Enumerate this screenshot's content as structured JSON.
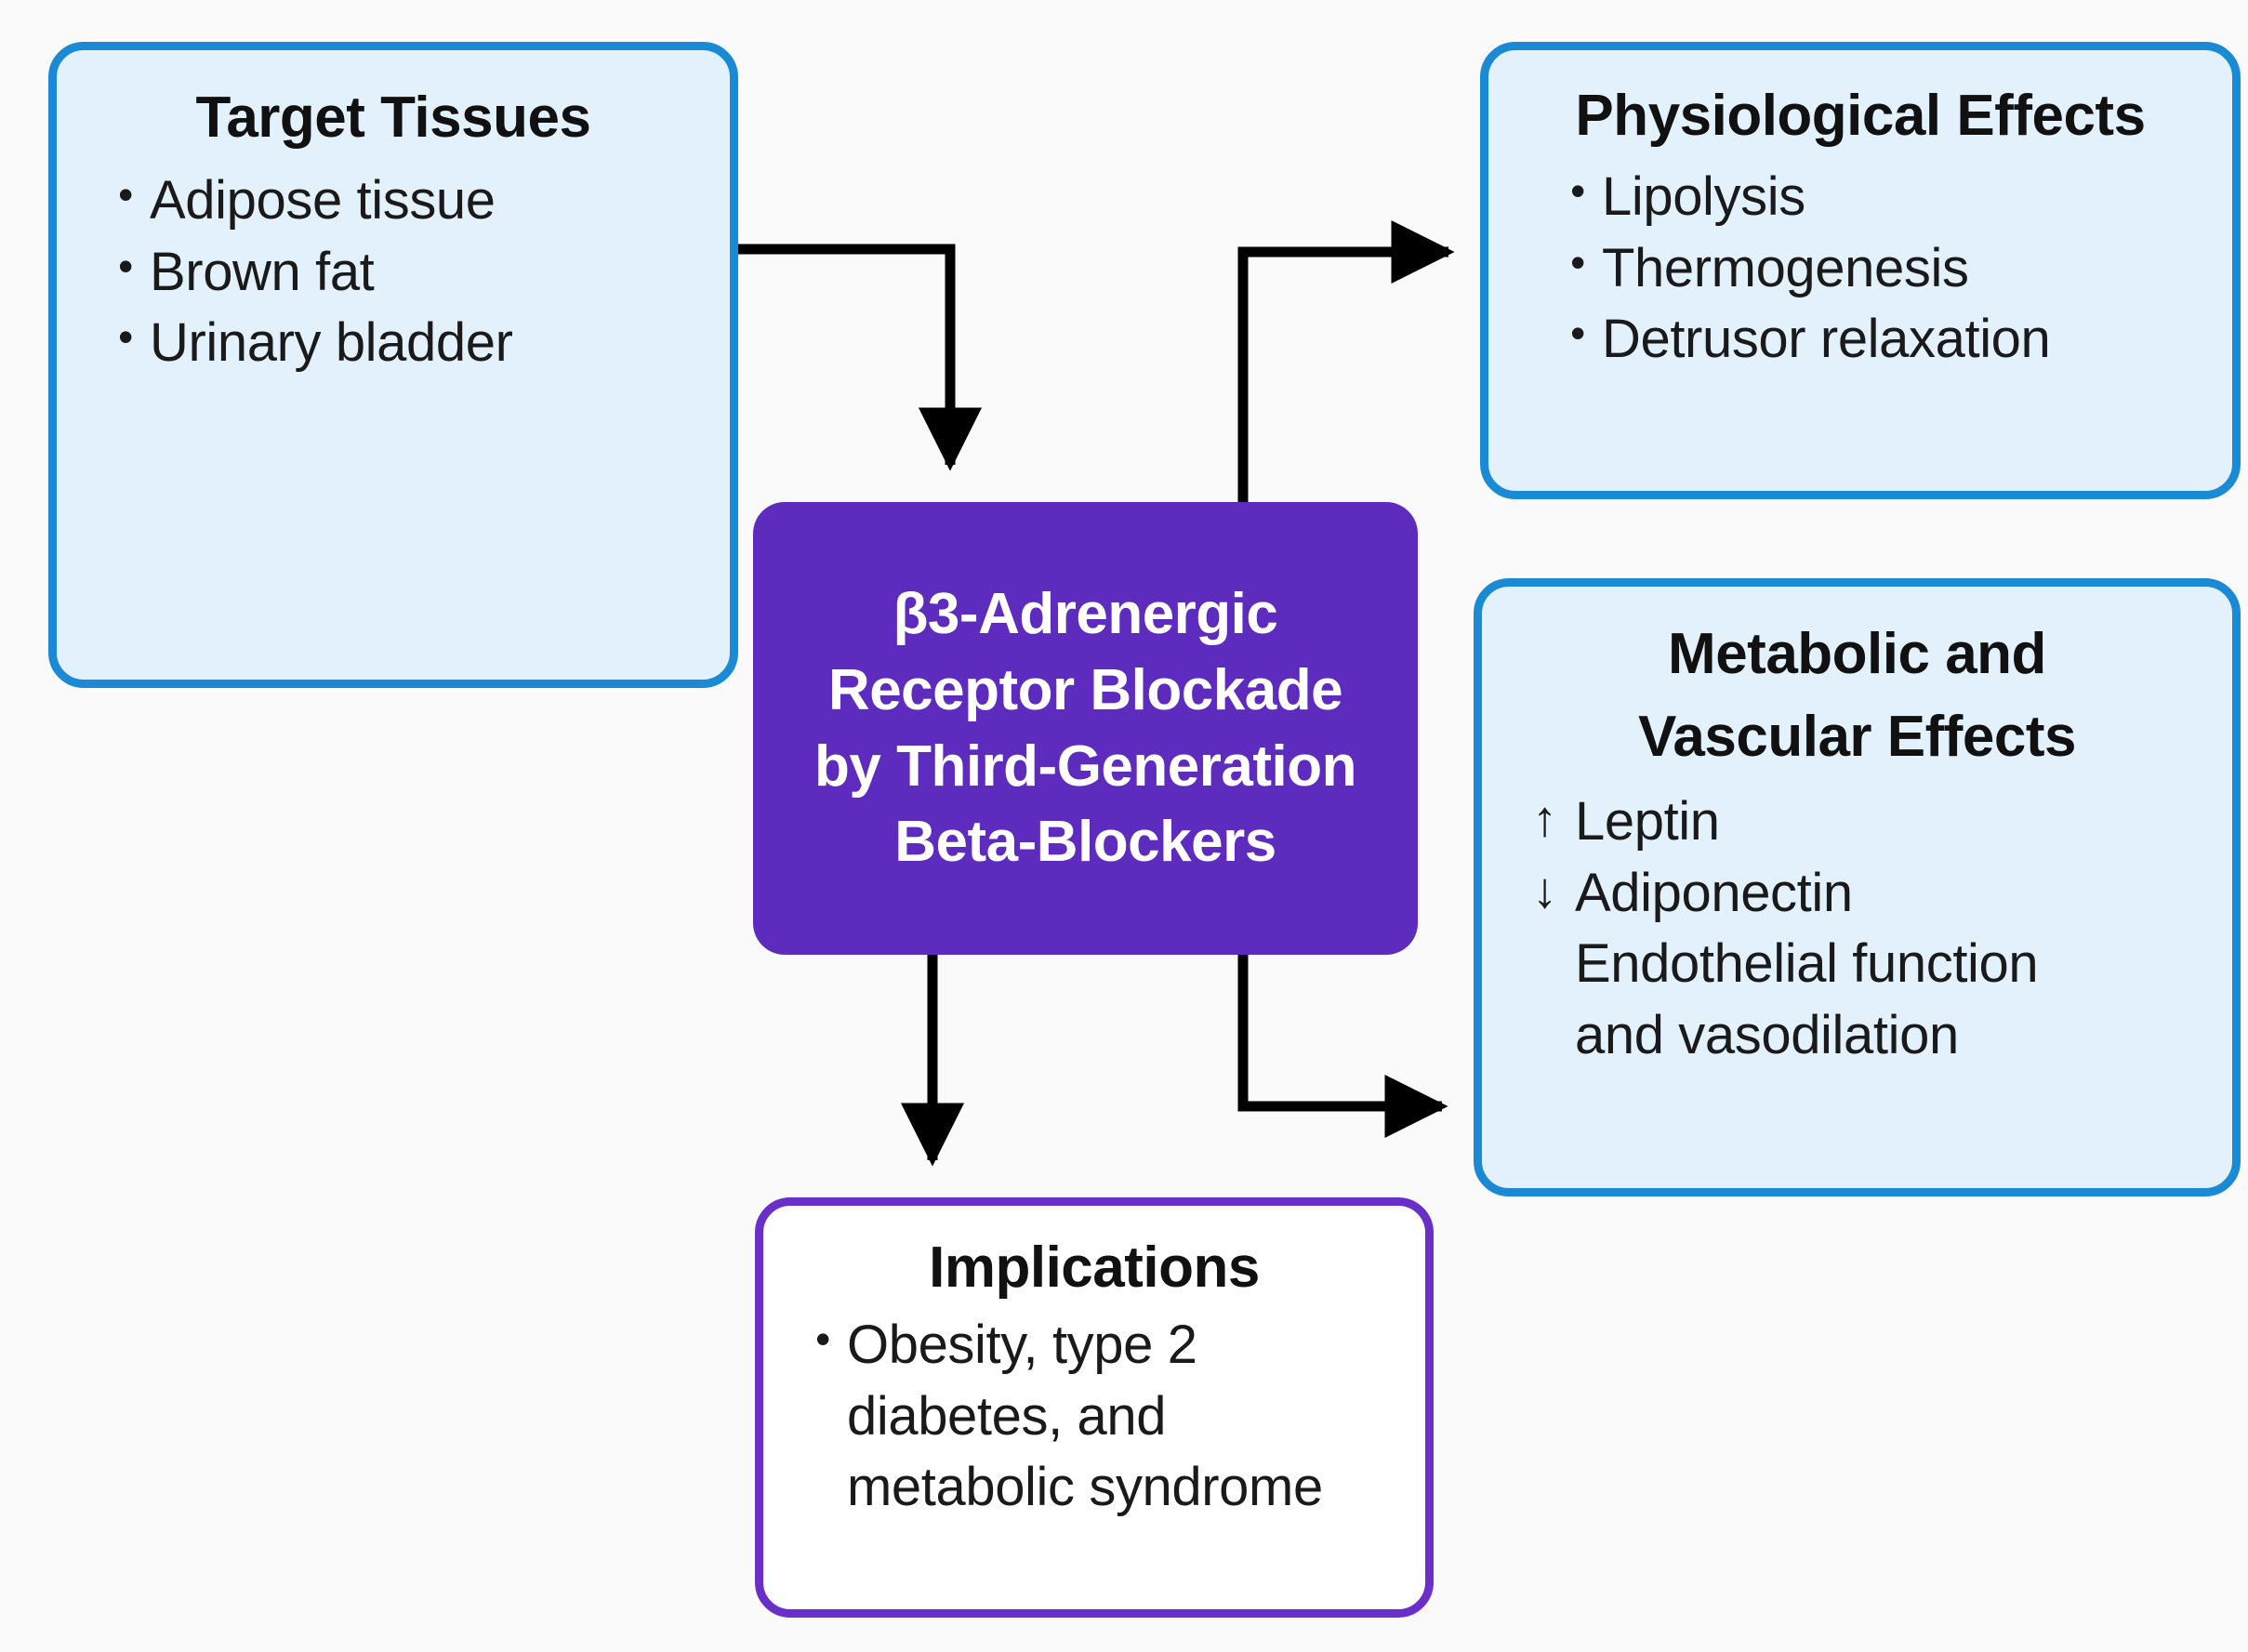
{
  "diagram": {
    "title": "β3-Adrenergic Receptor Blockade by Third-Generation Beta-Blockers",
    "background_color": "#fafafa",
    "accent_blue": "#1b8ad4",
    "accent_blue_fill": "#e2f1fb",
    "accent_purple": "#5d2cbe",
    "accent_purple_outline": "#6a2ec9"
  },
  "nodes": {
    "target_tissues": {
      "title": "Target Tissues",
      "items": [
        {
          "marker": "•",
          "text": "Adipose tissue"
        },
        {
          "marker": "•",
          "text": "Brown fat"
        },
        {
          "marker": "•",
          "text": "Urinary bladder"
        }
      ]
    },
    "center": {
      "line1": "β3-Adrenergic",
      "line2": "Receptor Blockade",
      "line3": "by Third-Generation",
      "line4": "Beta-Blockers"
    },
    "physiological_effects": {
      "title": "Physiological Effects",
      "items": [
        {
          "marker": "•",
          "text": "Lipolysis"
        },
        {
          "marker": "•",
          "text": "Thermogenesis"
        },
        {
          "marker": "•",
          "text": "Detrusor relaxation"
        }
      ]
    },
    "metabolic_vascular_effects": {
      "title_line1": "Metabolic and",
      "title_line2": "Vascular Effects",
      "items": [
        {
          "marker": "↑",
          "text": "Leptin"
        },
        {
          "marker": "↓",
          "text": "Adiponectin"
        },
        {
          "marker": "",
          "text": "Endothelial function"
        },
        {
          "marker": "",
          "text": "and vasodilation"
        }
      ]
    },
    "implications": {
      "title": "Implications",
      "items": [
        {
          "marker": "•",
          "text": "Obesity, type 2"
        },
        {
          "marker": "",
          "text": "diabetes, and"
        },
        {
          "marker": "",
          "text": "metabolic syndrome"
        }
      ]
    }
  },
  "connectors": [
    {
      "name": "target-tissues-to-center",
      "from": "target_tissues",
      "to": "center"
    },
    {
      "name": "center-to-physiological-effects",
      "from": "center",
      "to": "physiological_effects"
    },
    {
      "name": "center-to-metabolic-vascular-effects",
      "from": "center",
      "to": "metabolic_vascular_effects"
    },
    {
      "name": "center-to-implications",
      "from": "center",
      "to": "implications"
    }
  ]
}
